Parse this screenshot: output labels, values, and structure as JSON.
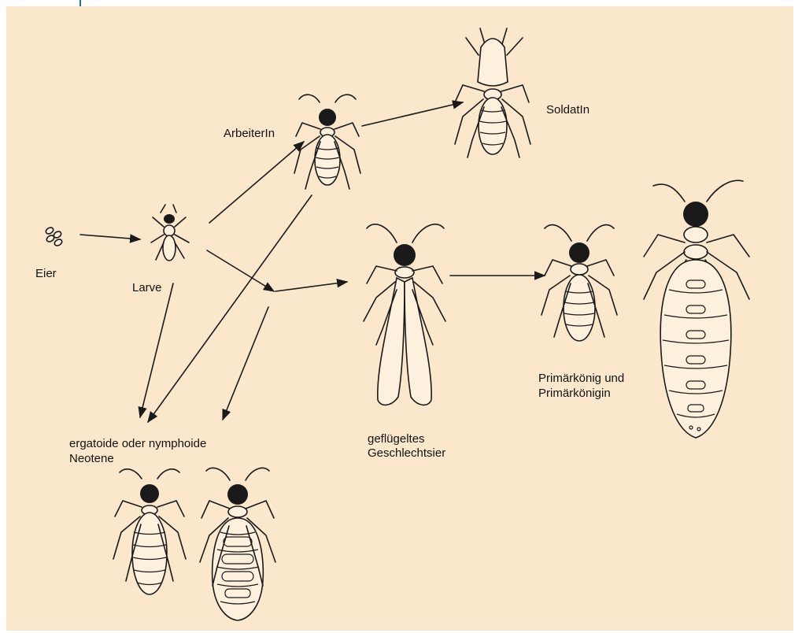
{
  "labels": {
    "eggs": "Eier",
    "larva": "Larve",
    "worker": "ArbeiterIn",
    "soldier": "SoldatIn",
    "winged_line1": "geflügeltes",
    "winged_line2": "Geschlechtsier",
    "royals_line1": "Primärkönig und",
    "royals_line2": "Primärkönigin",
    "neotenes_line1": "ergatoide oder nymphoide",
    "neotenes_line2": "Neotene"
  },
  "colors": {
    "background": "#fbe8cc",
    "ink": "#1a1a1a",
    "accent_tick": "#2e6e8e"
  }
}
